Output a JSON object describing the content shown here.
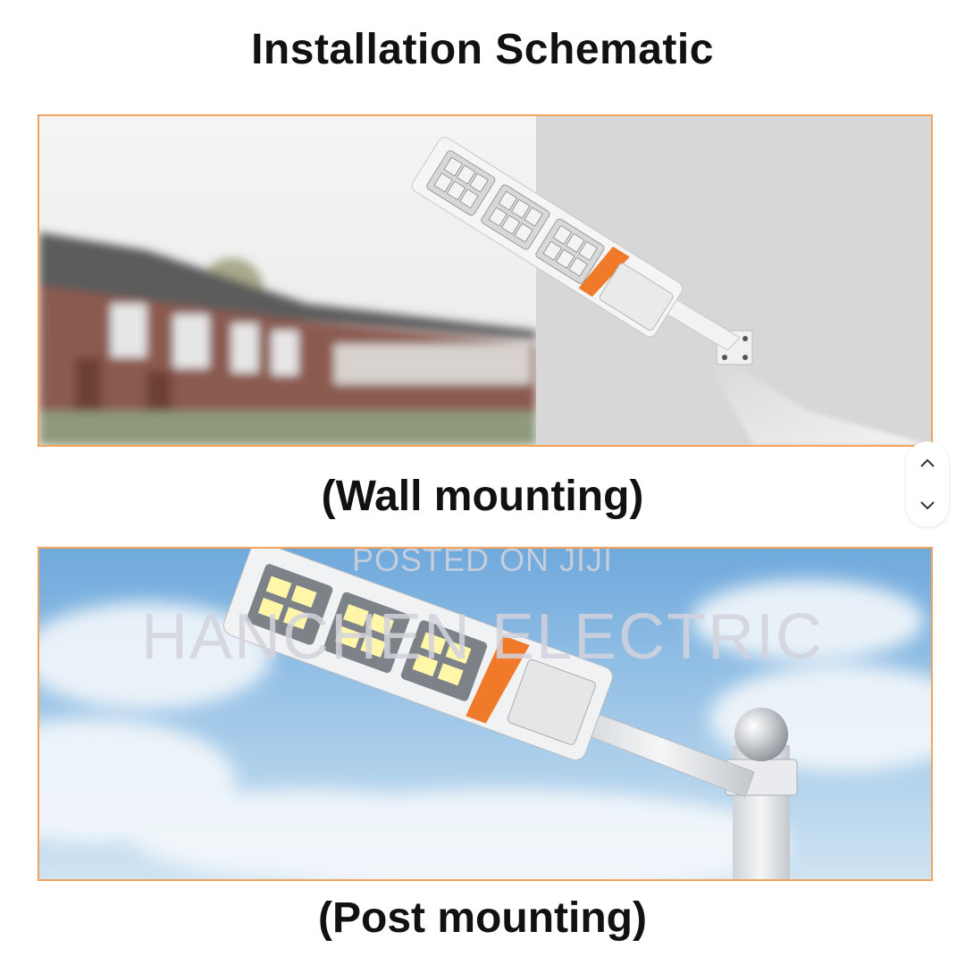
{
  "title": "Installation Schematic",
  "captions": {
    "wall": "(Wall mounting)",
    "post": "(Post mounting)"
  },
  "watermark": {
    "line1": "POSTED ON JIJI",
    "line2": "HANCHEN ELECTRIC"
  },
  "scroll": {
    "up_icon": "chevron-up-icon",
    "down_icon": "chevron-down-icon"
  },
  "colors": {
    "panel_border": "#f2a35c",
    "accent_orange": "#f07a2a",
    "lamp_white": "#f2f2f2",
    "sky_blue": "#8fc1e6"
  }
}
